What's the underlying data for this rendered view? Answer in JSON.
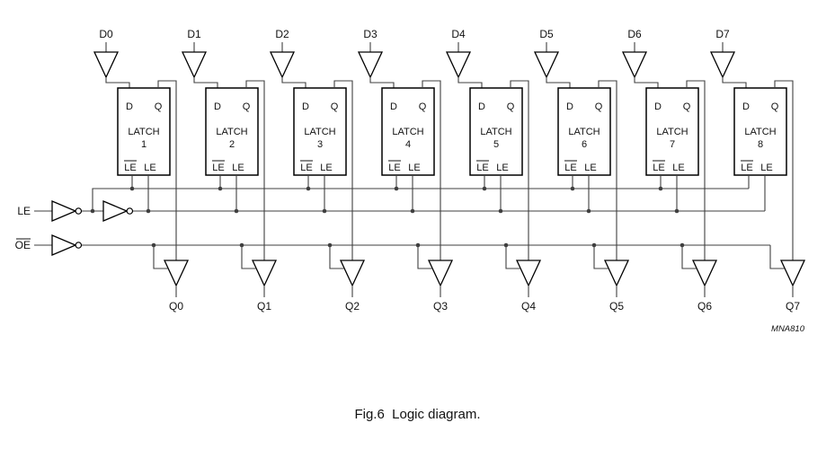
{
  "diagram": {
    "caption": "Fig.6  Logic diagram.",
    "watermark": "MNA810",
    "inputs": [
      "D0",
      "D1",
      "D2",
      "D3",
      "D4",
      "D5",
      "D6",
      "D7"
    ],
    "outputs": [
      "Q0",
      "Q1",
      "Q2",
      "Q3",
      "Q4",
      "Q5",
      "Q6",
      "Q7"
    ],
    "control_inputs": {
      "latch_enable": "LE",
      "output_enable": "OE",
      "output_enable_overline": true
    },
    "pin_labels": {
      "data": "D",
      "output": "Q",
      "latch_enable_bar": "LE",
      "latch_enable_bar_overline": true,
      "latch_enable": "LE"
    },
    "latches": [
      {
        "title": "LATCH",
        "number": "1"
      },
      {
        "title": "LATCH",
        "number": "2"
      },
      {
        "title": "LATCH",
        "number": "3"
      },
      {
        "title": "LATCH",
        "number": "4"
      },
      {
        "title": "LATCH",
        "number": "5"
      },
      {
        "title": "LATCH",
        "number": "6"
      },
      {
        "title": "LATCH",
        "number": "7"
      },
      {
        "title": "LATCH",
        "number": "8"
      }
    ],
    "colors": {
      "background": "#ffffff",
      "outline": "#000000",
      "wire": "#3f3f3f",
      "text": "#111111"
    }
  }
}
